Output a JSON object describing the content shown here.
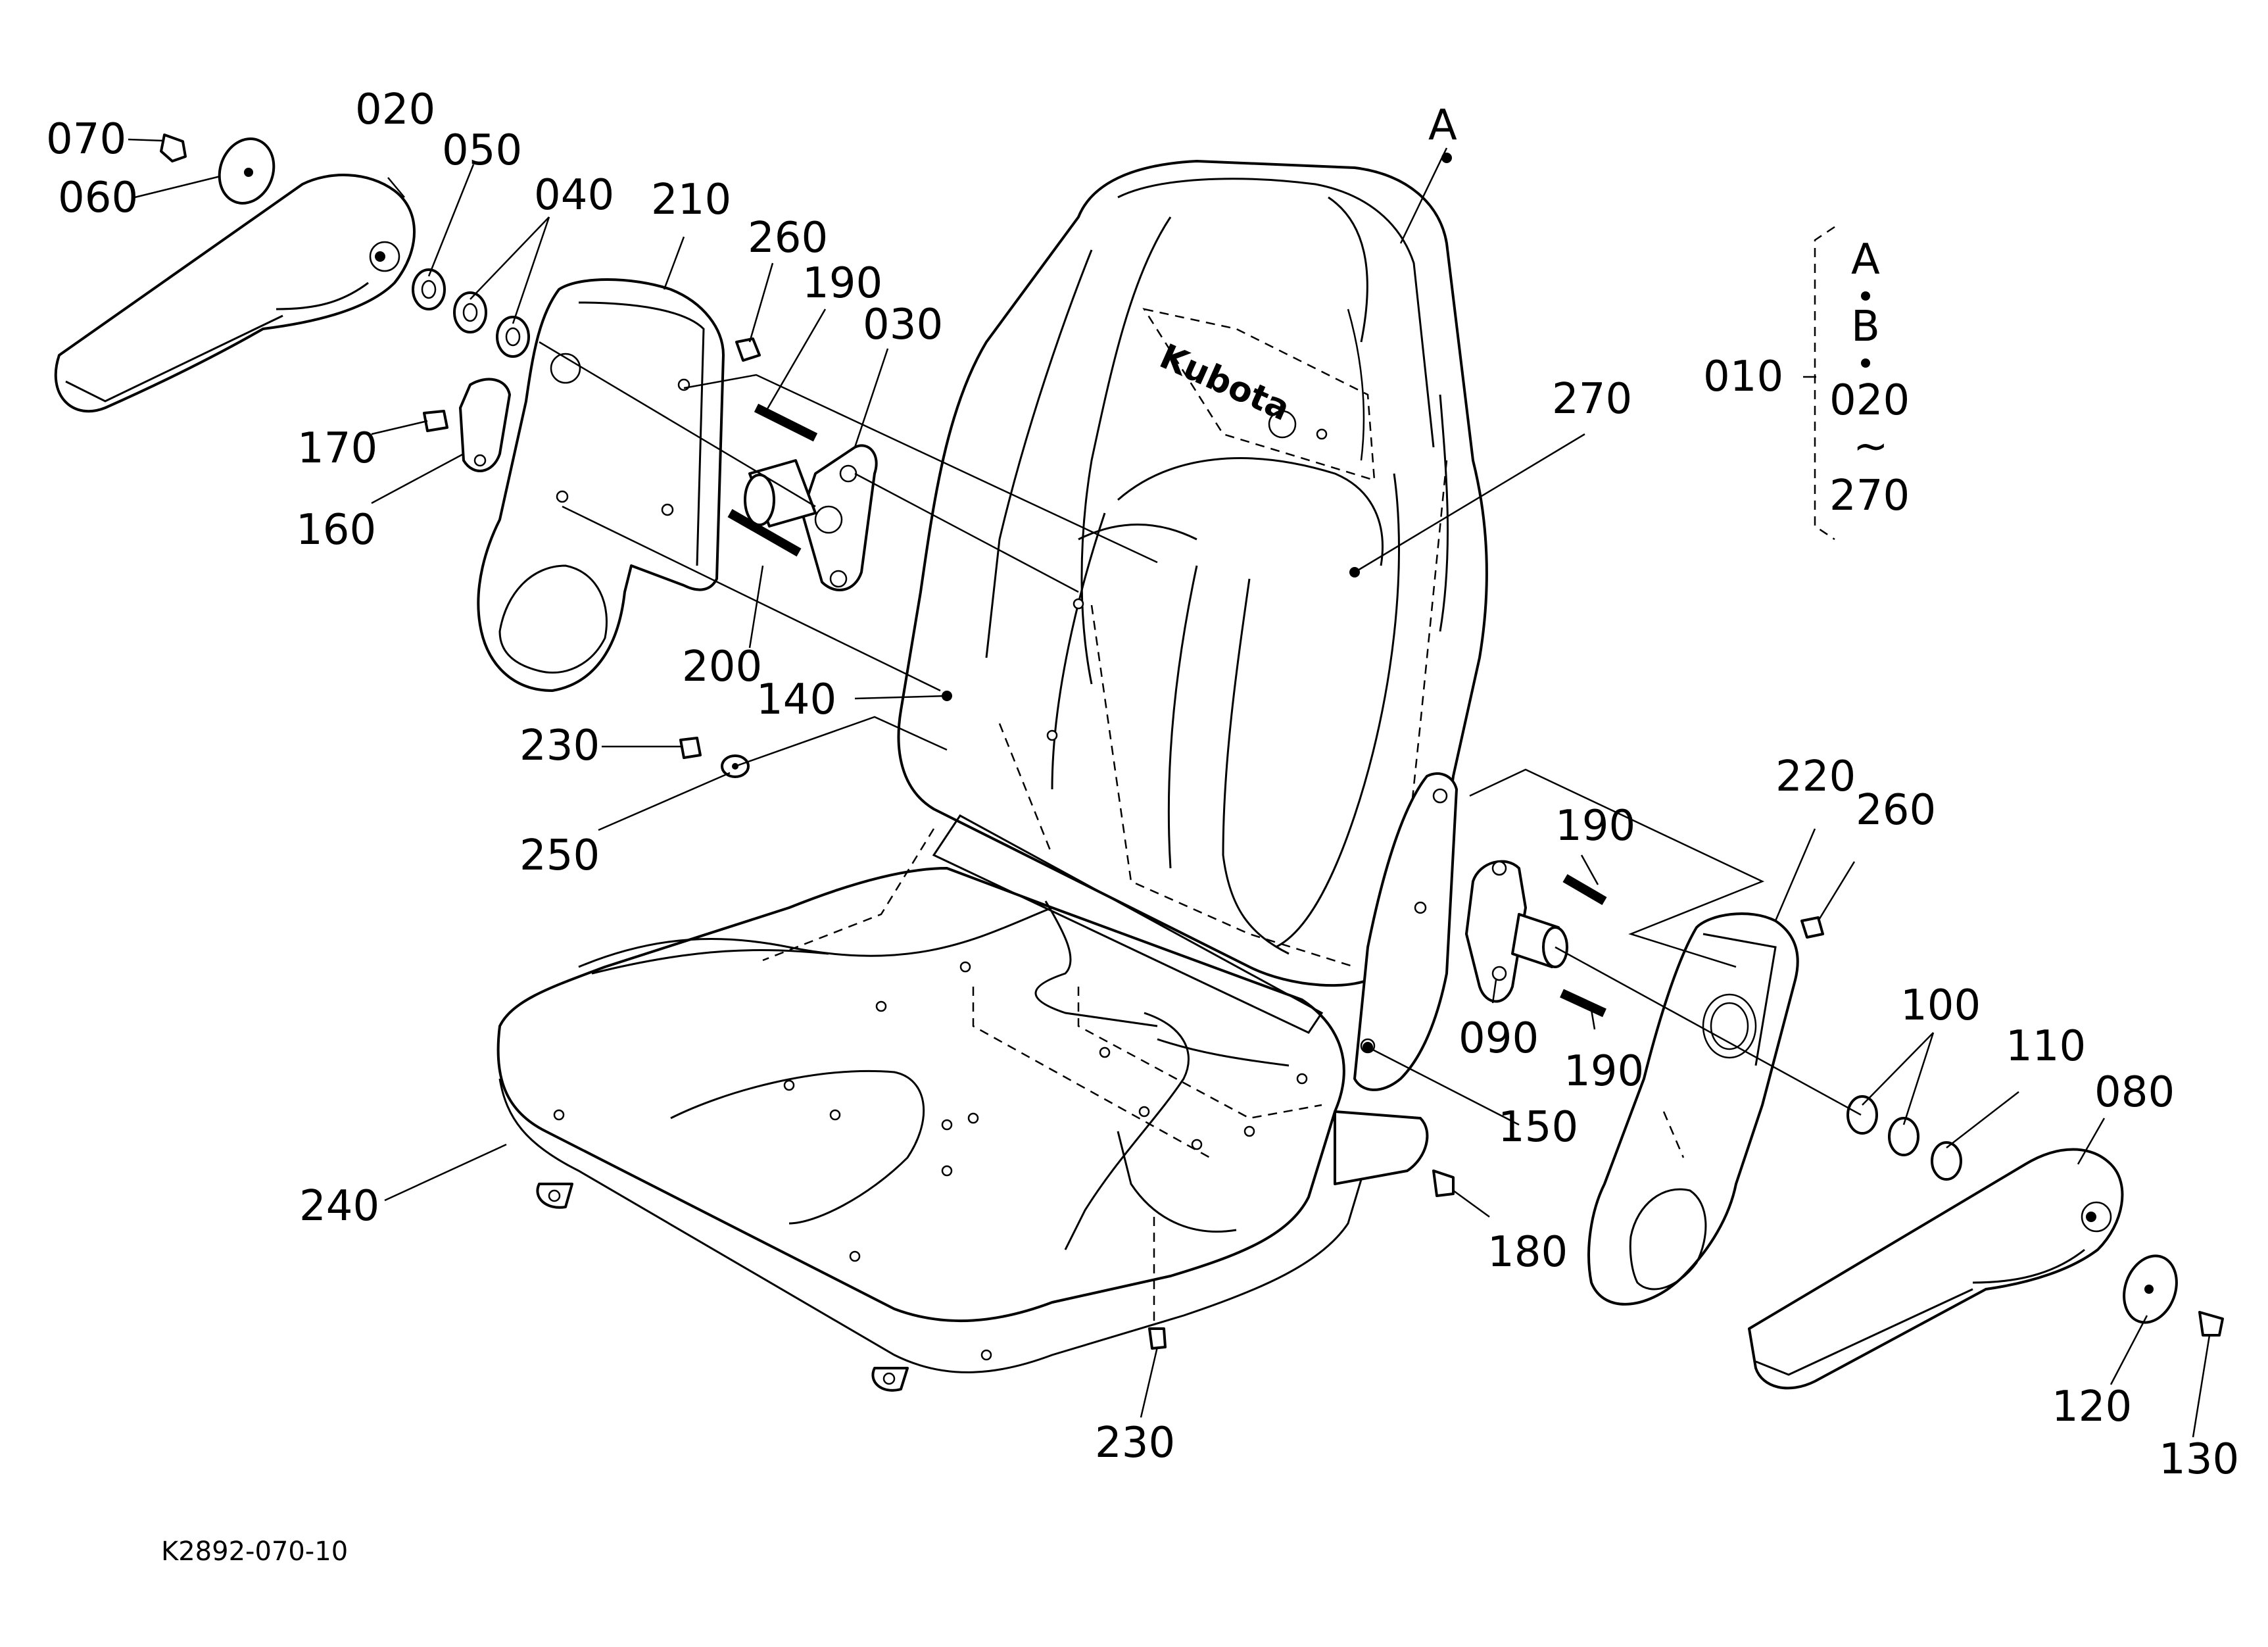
{
  "callouts": {
    "c070": "070",
    "c060": "060",
    "c020": "020",
    "c050": "050",
    "c040": "040",
    "c210": "210",
    "c260a": "260",
    "c190a": "190",
    "c030": "030",
    "c170": "170",
    "c160": "160",
    "c200": "200",
    "c140": "140",
    "c230a": "230",
    "c250": "250",
    "cA": "A",
    "c270": "270",
    "c220": "220",
    "c260b": "260",
    "c190b": "190",
    "c090": "090",
    "c190c": "190",
    "c150": "150",
    "c100": "100",
    "c110": "110",
    "c080": "080",
    "c120": "120",
    "c130": "130",
    "c180": "180",
    "c240": "240",
    "c230b": "230"
  },
  "assembly_note": {
    "part": "010",
    "line1": "A",
    "line2": "B",
    "line3": "020",
    "tilde": "~",
    "line4": "270"
  },
  "brand_logo": "Kubota",
  "figure_code": "K2892-070-10"
}
